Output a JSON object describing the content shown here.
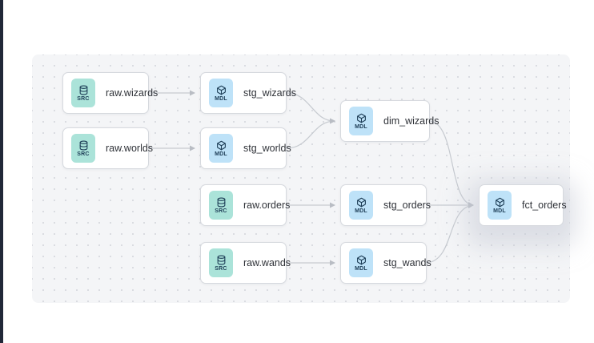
{
  "diagram": {
    "nodes": [
      {
        "id": "raw_wizards",
        "label": "raw.wizards",
        "badge": "SRC",
        "icon": "database-icon"
      },
      {
        "id": "stg_wizards",
        "label": "stg_wizards",
        "badge": "MDL",
        "icon": "cube-icon"
      },
      {
        "id": "raw_worlds",
        "label": "raw.worlds",
        "badge": "SRC",
        "icon": "database-icon"
      },
      {
        "id": "stg_worlds",
        "label": "stg_worlds",
        "badge": "MDL",
        "icon": "cube-icon"
      },
      {
        "id": "dim_wizards",
        "label": "dim_wizards",
        "badge": "MDL",
        "icon": "cube-icon"
      },
      {
        "id": "raw_orders",
        "label": "raw.orders",
        "badge": "SRC",
        "icon": "database-icon"
      },
      {
        "id": "stg_orders",
        "label": "stg_orders",
        "badge": "MDL",
        "icon": "cube-icon"
      },
      {
        "id": "raw_wands",
        "label": "raw.wands",
        "badge": "SRC",
        "icon": "database-icon"
      },
      {
        "id": "stg_wands",
        "label": "stg_wands",
        "badge": "MDL",
        "icon": "cube-icon"
      },
      {
        "id": "fct_orders",
        "label": "fct_orders",
        "badge": "MDL",
        "icon": "cube-icon",
        "highlighted": true
      }
    ],
    "edges": [
      {
        "from": "raw.wizards",
        "to": "stg_wizards"
      },
      {
        "from": "raw.worlds",
        "to": "stg_worlds"
      },
      {
        "from": "raw.orders",
        "to": "stg_orders"
      },
      {
        "from": "raw.wands",
        "to": "stg_wands"
      },
      {
        "from": "stg_wizards",
        "to": "dim_wizards"
      },
      {
        "from": "stg_worlds",
        "to": "dim_wizards"
      },
      {
        "from": "dim_wizards",
        "to": "fct_orders"
      },
      {
        "from": "stg_orders",
        "to": "fct_orders"
      },
      {
        "from": "stg_wands",
        "to": "fct_orders"
      }
    ],
    "colors": {
      "src_badge_bg": "#abe3d9",
      "mdl_badge_bg": "#bee2f8",
      "badge_text": "#1c3c55",
      "edge": "#c6cad0",
      "canvas_bg": "#f4f5f7",
      "node_border": "#d6d9de",
      "left_bar": "#212838",
      "highlight_glow": "#c6cbd6"
    }
  }
}
